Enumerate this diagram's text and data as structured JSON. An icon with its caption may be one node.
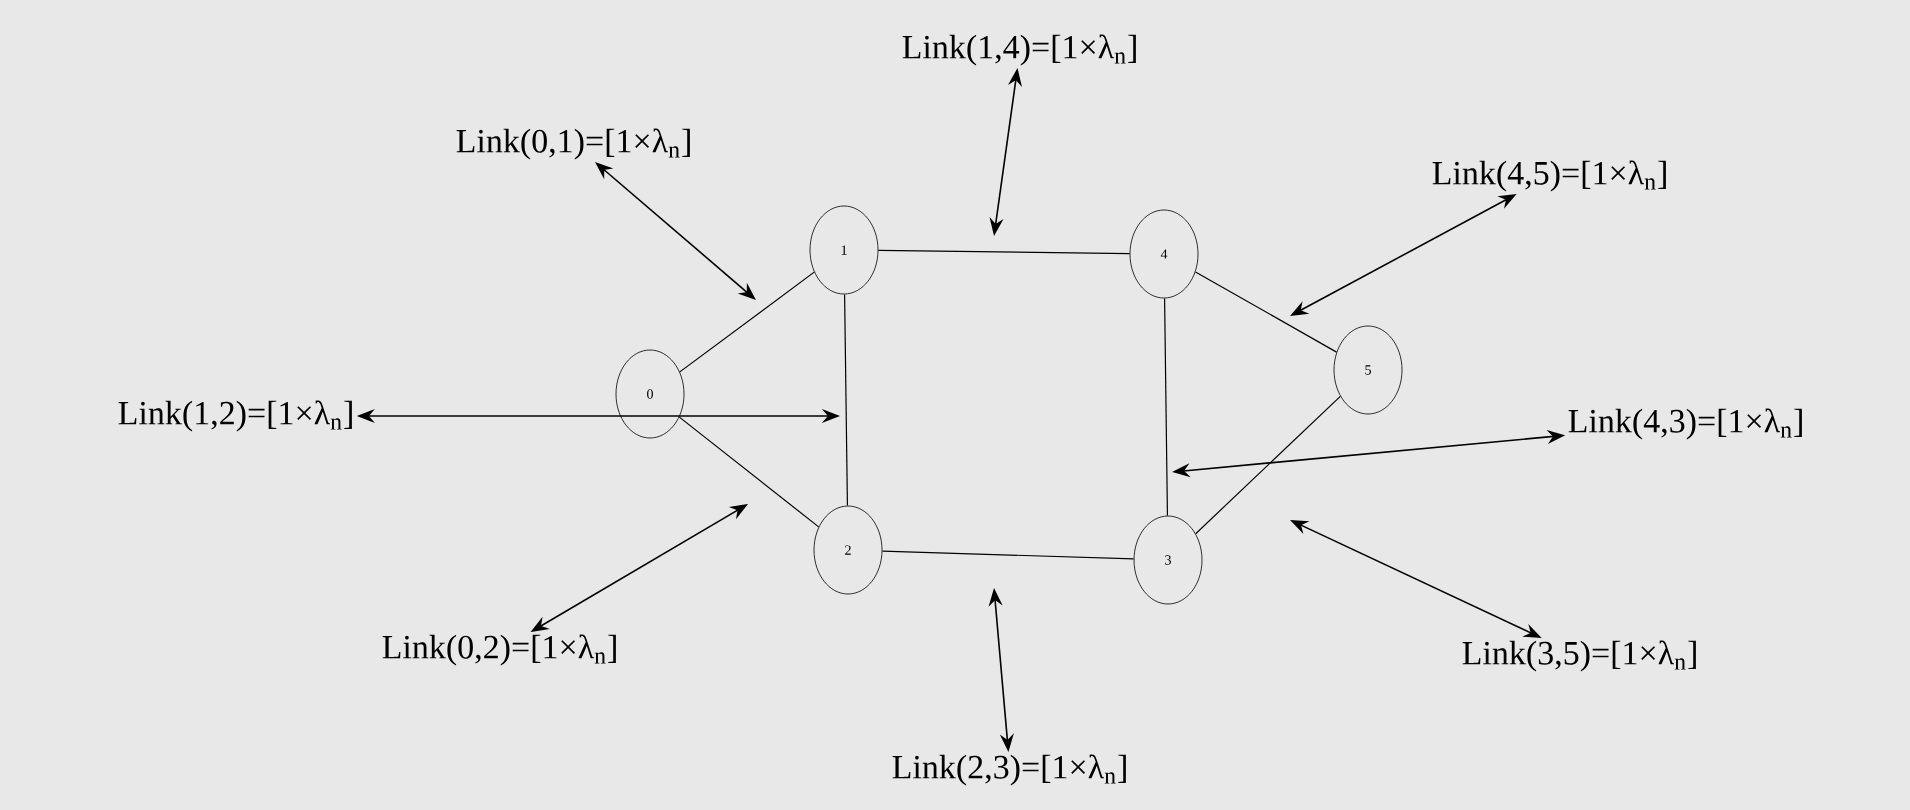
{
  "diagram": {
    "nodes": [
      {
        "text": [
          "0"
        ]
      },
      {
        "text": [
          "1"
        ]
      },
      {
        "text": [
          "2"
        ]
      },
      {
        "text": [
          "3"
        ]
      },
      {
        "text": [
          "4"
        ]
      },
      {
        "text": [
          "5"
        ]
      },
      {
        "text": [
          "Link(1,4)=[1×λ$_{n}$]"
        ]
      },
      {
        "text": [
          "Link(0,1)=[1×λ$_{n}$]"
        ]
      },
      {
        "text": [
          "Link(4,5)=[1×λ$_{n}$]"
        ]
      },
      {
        "text": [
          "Link(1,2)=[1×λ$_{n}$]"
        ]
      },
      {
        "text": [
          "Link(4,3)=[1×λ$_{n}$]"
        ]
      },
      {
        "text": [
          "Link(0,2)=[1×λ$_{n}$]"
        ]
      },
      {
        "text": [
          "Link(3,5)=[1×λ$_{n}$]"
        ]
      },
      {
        "text": [
          "Link(2,3)=[1×λ$_{n}$]"
        ]
      }
    ],
    "edges": [
      {
        "from": 0,
        "to": 1,
        "arrow": "none"
      },
      {
        "from": 0,
        "to": 2,
        "arrow": "none"
      },
      {
        "from": 1,
        "to": 2,
        "arrow": "none"
      },
      {
        "from": 1,
        "to": 4,
        "arrow": "none"
      },
      {
        "from": 2,
        "to": 3,
        "arrow": "none"
      },
      {
        "from": 4,
        "to": 3,
        "arrow": "none"
      },
      {
        "from": 4,
        "to": 5,
        "arrow": "none"
      },
      {
        "from": 3,
        "to": 5,
        "arrow": "none"
      },
      {
        "from": 6,
        "to": null,
        "arrow": "both"
      },
      {
        "from": 7,
        "to": null,
        "arrow": "both"
      },
      {
        "from": 8,
        "to": null,
        "arrow": "both"
      },
      {
        "from": 9,
        "to": null,
        "arrow": "both"
      },
      {
        "from": 10,
        "to": null,
        "arrow": "both"
      },
      {
        "from": 11,
        "to": null,
        "arrow": "both"
      },
      {
        "from": 12,
        "to": null,
        "arrow": "both"
      },
      {
        "from": 13,
        "to": null,
        "arrow": "both"
      }
    ]
  }
}
